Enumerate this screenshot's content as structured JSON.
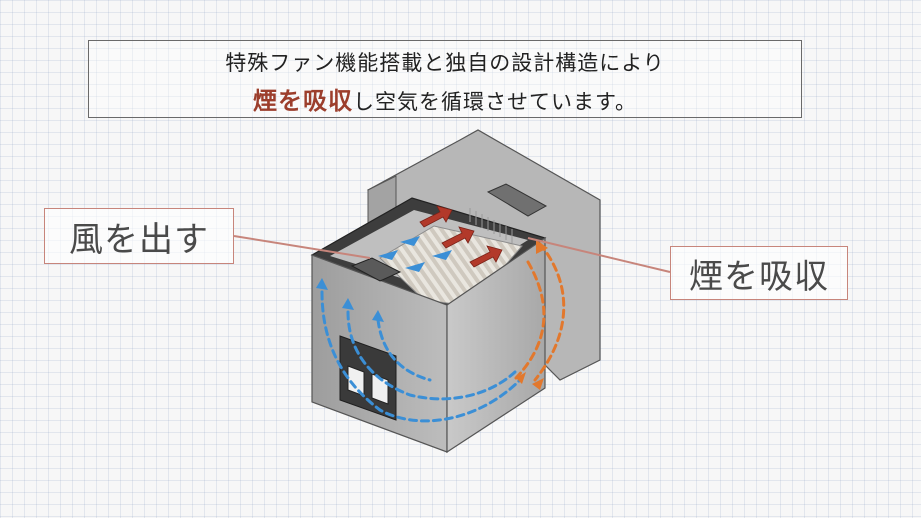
{
  "header": {
    "line1": "特殊ファン機能搭載と独自の設計構造により",
    "line2_emphasis": "煙を吸収",
    "line2_rest": "し空気を循環させています。"
  },
  "labels": {
    "left": "風を出す",
    "right": "煙を吸収"
  },
  "colors": {
    "emphasis": "#9c3e2c",
    "label_border": "#c7857b",
    "blue_flow": "#3b8fd6",
    "orange_flow": "#e2782d",
    "red_arrow": "#b2392a"
  }
}
